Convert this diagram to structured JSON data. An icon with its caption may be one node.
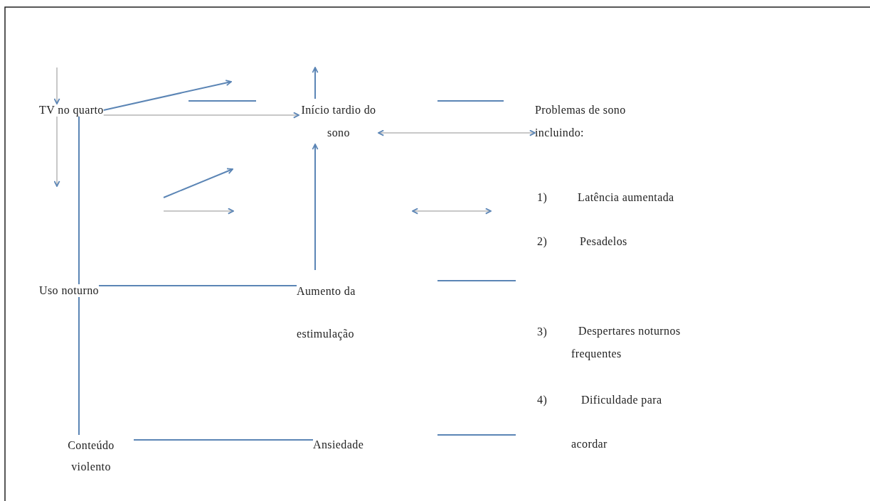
{
  "diagram": {
    "nodes": [
      {
        "text": [
          "TV no quarto"
        ]
      },
      {
        "text": [
          "Início tardio do sono"
        ]
      },
      {
        "text": [
          "Problemas de sono incluindo:"
        ]
      },
      {
        "text": [
          "Uso noturno"
        ]
      },
      {
        "text": [
          "Aumento da estimulação"
        ]
      },
      {
        "text": [
          "Conteúdo violento"
        ]
      },
      {
        "text": [
          "Ansiedade"
        ]
      }
    ],
    "edges": [
      {
        "from": 0,
        "to": 1,
        "arrow": "to",
        "color": "#c8c8c8"
      },
      {
        "from": 1,
        "to": 2,
        "arrow": "both",
        "color": "#c8c8c8"
      },
      {
        "from": 4,
        "to": 1,
        "arrow": "to"
      },
      {
        "from": 1,
        "to": null,
        "arrow": "to"
      },
      {
        "from": null,
        "to": 0,
        "arrow": "to",
        "color": "#c8c8c8"
      },
      {
        "from": 0,
        "to": null,
        "arrow": "to",
        "color": "#c8c8c8"
      },
      {
        "from": 0,
        "to": null,
        "arrow": "to"
      },
      {
        "from": 0,
        "to": 3,
        "arrow": "none"
      },
      {
        "from": 3,
        "to": 5,
        "arrow": "none"
      },
      {
        "from": 3,
        "to": 4,
        "arrow": "none"
      },
      {
        "from": 5,
        "to": 6,
        "arrow": "none"
      }
    ],
    "labels": [
      "1)",
      "Latência aumentada",
      "2)",
      "Pesadelos",
      "3)",
      "Despertares noturnos frequentes",
      "4)",
      "Dificuldade para",
      "acordar"
    ]
  }
}
